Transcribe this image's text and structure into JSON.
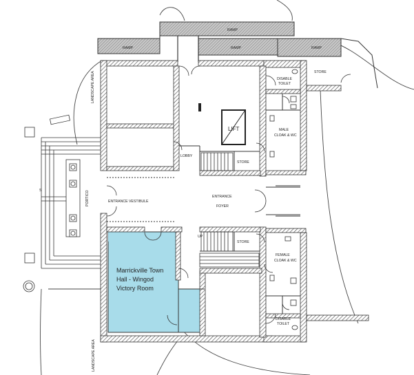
{
  "plan": {
    "highlight_color": "#a8dcea",
    "wall_color": "#3a3a3a",
    "ramp_fill": "#bdbdbd",
    "labels": {
      "ramp_1": "RAMP",
      "ramp_2": "RAMP",
      "ramp_3": "RAMP",
      "ramp_4": "RAMP",
      "store_top": "STORE",
      "disable_toilet_top_1": "DISABLE",
      "disable_toilet_top_2": "TOILET",
      "lift": "LIFT",
      "male_cloak_1": "MALE",
      "male_cloak_2": "CLOAK & WC",
      "lobby": "LOBBY",
      "store_mid": "STORE",
      "entrance_vestibule": "ENTRANCE VESTIBULE",
      "entrance": "ENTRANCE",
      "foyer": "FOYER",
      "portico": "PORTICO",
      "landscape_area_top": "LANDSCAPE AREA",
      "landscape_area_bottom": "LANDSCAPE AREA",
      "store_lower": "STORE",
      "female_cloak_1": "FEMALE",
      "female_cloak_2": "CLOAK & WC",
      "disable_toilet_bottom_1": "DISABLE",
      "disable_toilet_bottom_2": "TOILET",
      "stair_mark_s": "S",
      "stair_mark_up": "UP"
    },
    "highlight_room": {
      "line1": "Marrickville Town",
      "line2": "Hall - Wingod",
      "line3": "Victory Room"
    }
  }
}
